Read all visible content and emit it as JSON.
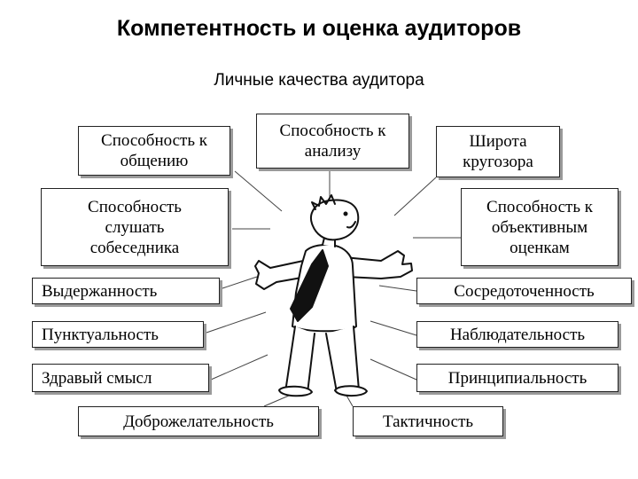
{
  "title": "Компетентность и оценка аудиторов",
  "subtitle": "Личные качества аудитора",
  "boxes": {
    "communication": "Способность к\nобщению",
    "analysis": "Способность к\nанализу",
    "outlook": "Широта\nкругозора",
    "listening": "Способность\nслушать\nсобеседника",
    "objective": "Способность к\nобъективным\nоценкам",
    "restraint": "Выдержанность",
    "concentration": "Сосредоточенность",
    "punctuality": "Пунктуальность",
    "observation": "Наблюдательность",
    "common_sense": "Здравый смысл",
    "principle": "Принципиальность",
    "goodwill": "Доброжелательность",
    "tact": "Тактичность"
  },
  "colors": {
    "border": "#222222",
    "shadow": "#9a9a9a",
    "tie": "#111111"
  },
  "figure_icon": "cheerful-man-figure"
}
